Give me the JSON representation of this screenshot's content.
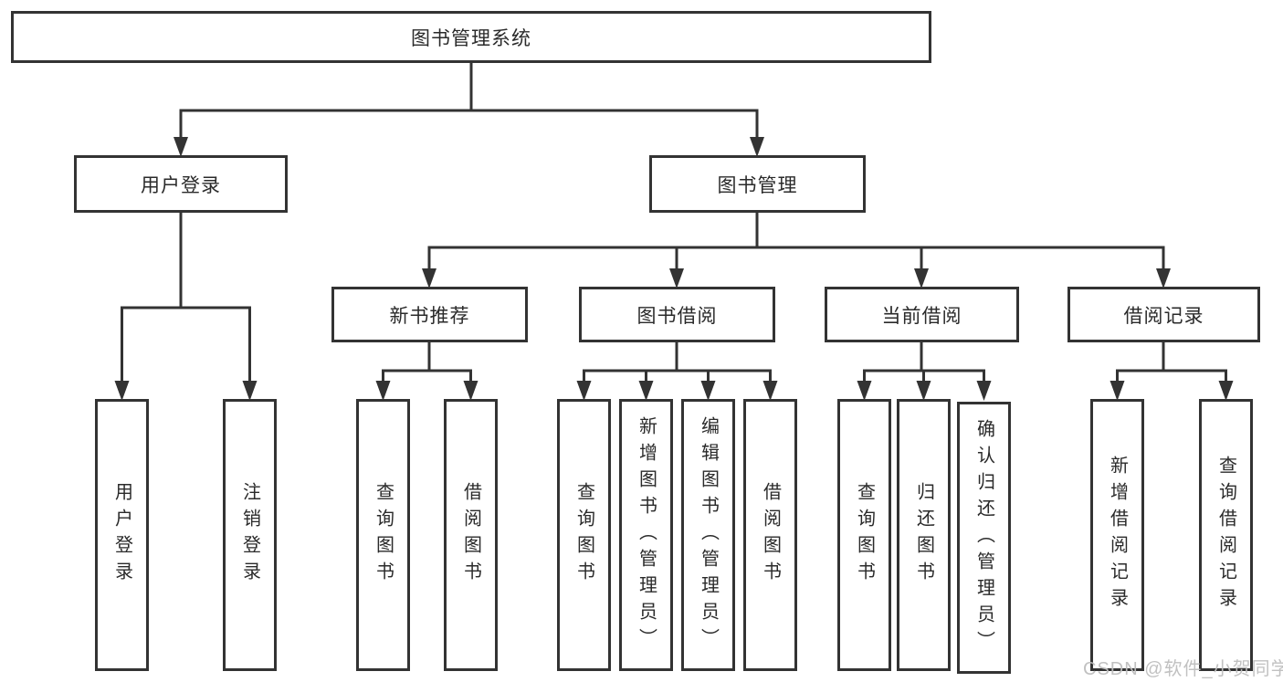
{
  "diagram": {
    "root": {
      "label": "图书管理系统",
      "children": [
        {
          "label": "用户登录",
          "children": [
            {
              "label": "用户登录"
            },
            {
              "label": "注销登录"
            }
          ]
        },
        {
          "label": "图书管理",
          "children": [
            {
              "label": "新书推荐",
              "children": [
                {
                  "label": "查询图书"
                },
                {
                  "label": "借阅图书"
                }
              ]
            },
            {
              "label": "图书借阅",
              "children": [
                {
                  "label": "查询图书"
                },
                {
                  "label": "新增图书（管理员）"
                },
                {
                  "label": "编辑图书（管理员）"
                },
                {
                  "label": "借阅图书"
                }
              ]
            },
            {
              "label": "当前借阅",
              "children": [
                {
                  "label": "查询图书"
                },
                {
                  "label": "归还图书"
                },
                {
                  "label": "确认归还（管理员）"
                }
              ]
            },
            {
              "label": "借阅记录",
              "children": [
                {
                  "label": "新增借阅记录"
                },
                {
                  "label": "查询借阅记录"
                }
              ]
            }
          ]
        }
      ]
    },
    "colors": {
      "line": "#333333",
      "box_border": "#333333",
      "text": "#2a2a2a",
      "background": "#ffffff",
      "watermark": "#bebebe"
    }
  },
  "watermark": {
    "text": "CSDN @软件_小贺同学"
  }
}
